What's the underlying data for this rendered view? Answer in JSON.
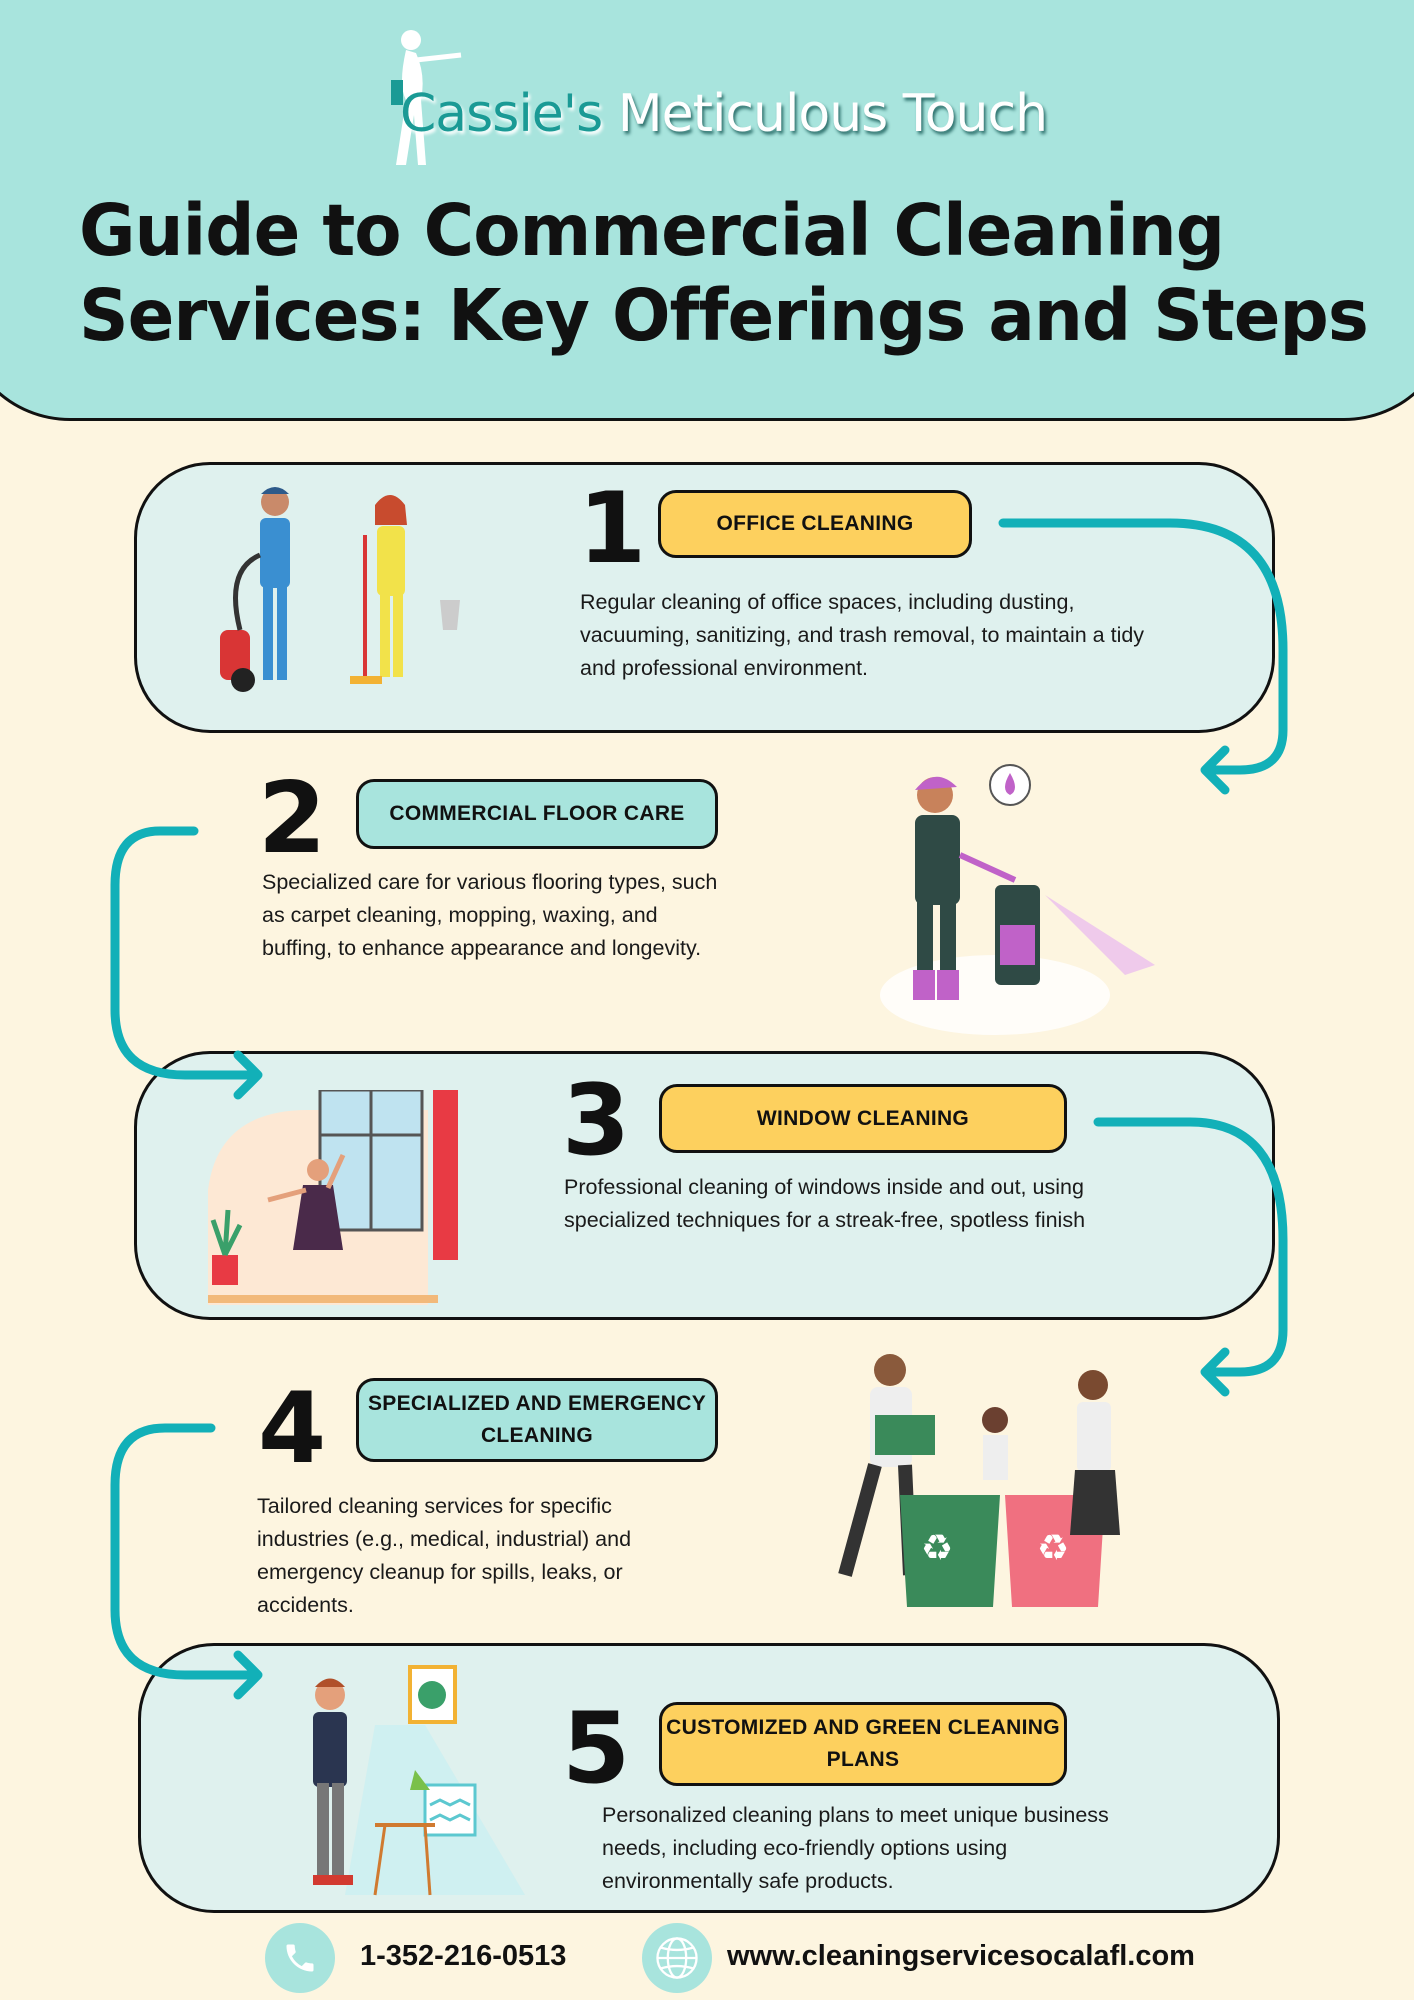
{
  "header": {
    "logo": {
      "brand_highlight": "Cassie's",
      "brand_rest": "Meticulous Touch"
    },
    "title_line1": "Guide to Commercial Cleaning",
    "title_line2": "Services: Key Offerings and Steps"
  },
  "steps": [
    {
      "number": "1",
      "label": "OFFICE CLEANING",
      "description": "Regular cleaning of office spaces, including dusting, vacuuming, sanitizing, and trash removal, to maintain a tidy and professional environment."
    },
    {
      "number": "2",
      "label": "COMMERCIAL FLOOR CARE",
      "description": "Specialized care for various flooring types, such as carpet cleaning, mopping, waxing, and buffing, to enhance appearance and longevity."
    },
    {
      "number": "3",
      "label": "WINDOW CLEANING",
      "description": "Professional cleaning of windows inside and out, using specialized techniques for a streak-free, spotless finish"
    },
    {
      "number": "4",
      "label": "SPECIALIZED AND EMERGENCY CLEANING",
      "description": "Tailored cleaning services for specific industries (e.g., medical, industrial) and emergency cleanup for spills, leaks, or accidents."
    },
    {
      "number": "5",
      "label": "CUSTOMIZED AND GREEN CLEANING PLANS",
      "description": "Personalized cleaning plans to meet unique business needs, including eco-friendly options using environmentally safe products."
    }
  ],
  "footer": {
    "phone": "1-352-216-0513",
    "website": "www.cleaningservicesocalafl.com"
  },
  "colors": {
    "header": "#a8e4dd",
    "card": "#dff1ee",
    "background": "#fdf5e0",
    "accent_yellow": "#fdd05e",
    "arrow": "#12b0b8"
  }
}
